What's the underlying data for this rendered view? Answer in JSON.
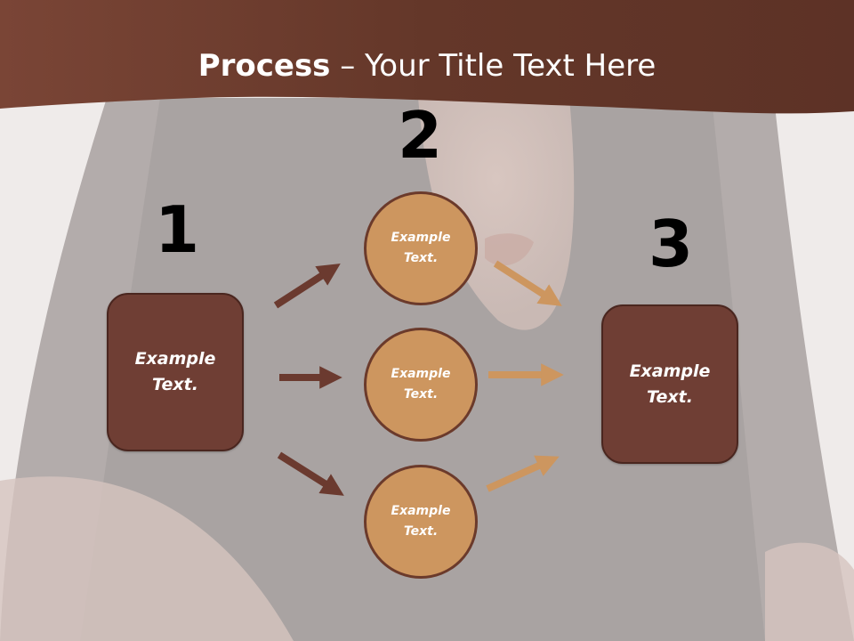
{
  "slide": {
    "title_bold": "Process",
    "title_rest": " – Your Title Text Here"
  },
  "steps": {
    "one": "1",
    "two": "2",
    "three": "3"
  },
  "nodes": {
    "left_box": "Example Text.",
    "circle_top": "Example Text.",
    "circle_middle": "Example Text.",
    "circle_bottom": "Example Text.",
    "right_box": "Example Text."
  },
  "colors": {
    "banner": "#6a3a30",
    "box_fill": "#6f3e34",
    "circle_fill": "#cd965f",
    "arrow_dark": "#6b3a2f",
    "arrow_light": "#cd965f"
  }
}
